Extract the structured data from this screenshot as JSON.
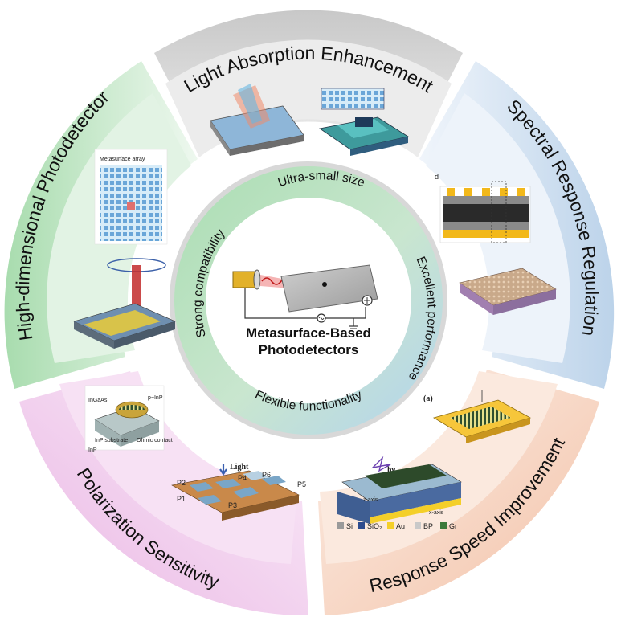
{
  "sectors": {
    "light_absorption": "Light Absorption Enhancement",
    "spectral_response": "Spectral Response Regulation",
    "response_speed": "Response Speed Improvement",
    "polarization": "Polarization Sensitivity",
    "high_dimensional": "High-dimensional Photodetector"
  },
  "features": {
    "ultra_small": "Ultra-small size",
    "excellent_performance": "Excellent performance",
    "flexible_functionality": "Flexible functionality",
    "strong_compatibility": "Strong compatibility"
  },
  "center": {
    "title_line1": "Metasurface-Based",
    "title_line2": "Photodetectors"
  },
  "figure_labels": {
    "metasurface_array": "Metasurface array",
    "panel_d": "d",
    "panel_a": "(a)",
    "light": "Light",
    "hv": "hν",
    "ingaas": "InGaAs",
    "p_inp": "p−InP",
    "inp_substrate": "InP substrate",
    "ohmic_contact": "Ohmic contact",
    "inp": "InP",
    "p1": "P1",
    "p2": "P2",
    "p3": "P3",
    "p4": "P4",
    "p5": "P5",
    "p6": "P6",
    "z_axis": "z-axis",
    "x_axis": "x-axis",
    "legend_si": "Si",
    "legend_sio2": "SiO₂",
    "legend_au": "Au",
    "legend_bp": "BP",
    "legend_gr": "Gr"
  },
  "colors": {
    "light_absorption_band": "#d7d7d7",
    "spectral_band": "#c9dcef",
    "speed_band": "#f7d3bf",
    "polarization_band": "#efc6ea",
    "high_dim_band": "#bfe6c3",
    "feature_ring": "#9fd8a8"
  }
}
